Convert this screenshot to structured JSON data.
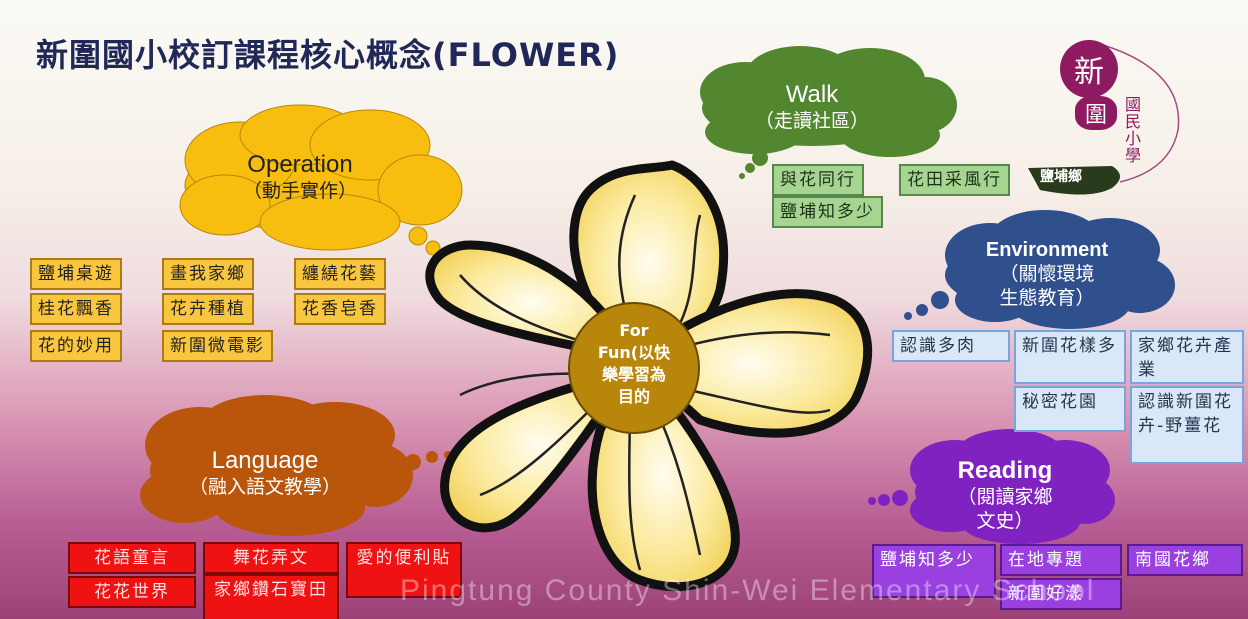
{
  "title": "新圍國小校訂課程核心概念(FLOWER)",
  "center": {
    "line1": "For",
    "line2": "Fun(以快",
    "line3": "樂學習為",
    "line4": "目的"
  },
  "walk": {
    "en": "Walk",
    "zh": "（走讀社區）",
    "items": [
      "與花同行",
      "花田采風行",
      "鹽埔知多少"
    ]
  },
  "operation": {
    "en": "Operation",
    "zh": "（動手實作）",
    "items": [
      "鹽埔桌遊",
      "畫我家鄉",
      "纏繞花藝",
      "桂花飄香",
      "花卉種植",
      "花香皂香",
      "花的妙用",
      "新圍微電影"
    ]
  },
  "environment": {
    "en": "Environment",
    "zh1": "（關懷環境",
    "zh2": "生態教育）",
    "items": [
      "認識多肉",
      "新圍花樣多",
      "家鄉花卉產業",
      "秘密花園",
      "認識新圍花卉-野薑花"
    ]
  },
  "language": {
    "en": "Language",
    "zh": "（融入語文教學）",
    "items": [
      "花語童言",
      "舞花弄文",
      "愛的便利貼",
      "花花世界",
      "家鄉鑽石寶田"
    ]
  },
  "reading": {
    "en": "Reading",
    "zh1": "（閱讀家鄉",
    "zh2": "文史）",
    "items": [
      "鹽埔知多少",
      "在地專題",
      "南國花鄉",
      "新圍好漾"
    ]
  },
  "logo": {
    "big": "新",
    "small": "圍",
    "side": "國民小學",
    "banner": "鹽埔鄉"
  },
  "watermark": "Pingtung County Shin-Wei Elementary School",
  "colors": {
    "operation": "#f7be10",
    "walk": "#53872f",
    "environment": "#2f4f8d",
    "language": "#b9560c",
    "reading": "#7f22bf",
    "center": "#b8860b",
    "title": "#202857"
  }
}
